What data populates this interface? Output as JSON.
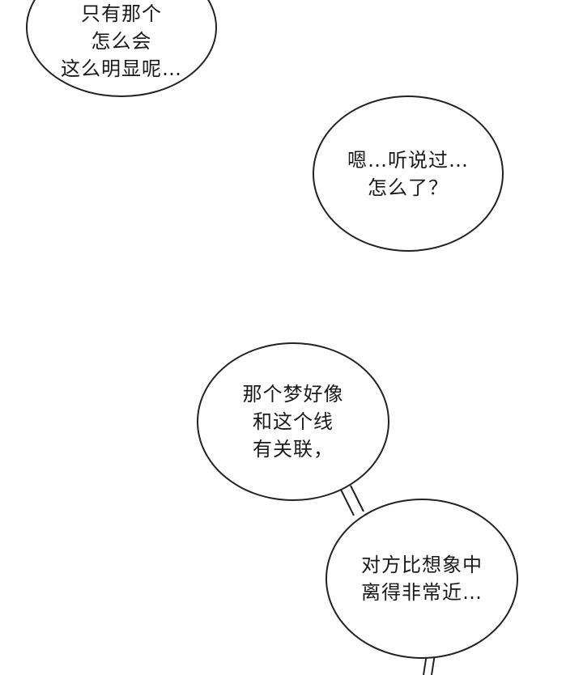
{
  "bubbles": [
    {
      "id": "top",
      "lines": [
        "只有那个",
        "怎么会",
        "这么明显呢…"
      ]
    },
    {
      "id": "reply",
      "lines": [
        "嗯…听说过…",
        "怎么了？"
      ]
    },
    {
      "id": "dream",
      "lines": [
        "那个梦好像",
        "和这个线",
        "有关联，"
      ]
    },
    {
      "id": "distance",
      "lines": [
        "对方比想象中",
        "离得非常近…"
      ]
    }
  ],
  "colors": {
    "background": "#ffffff",
    "outline": "#222222",
    "text": "#1a1a1a"
  }
}
